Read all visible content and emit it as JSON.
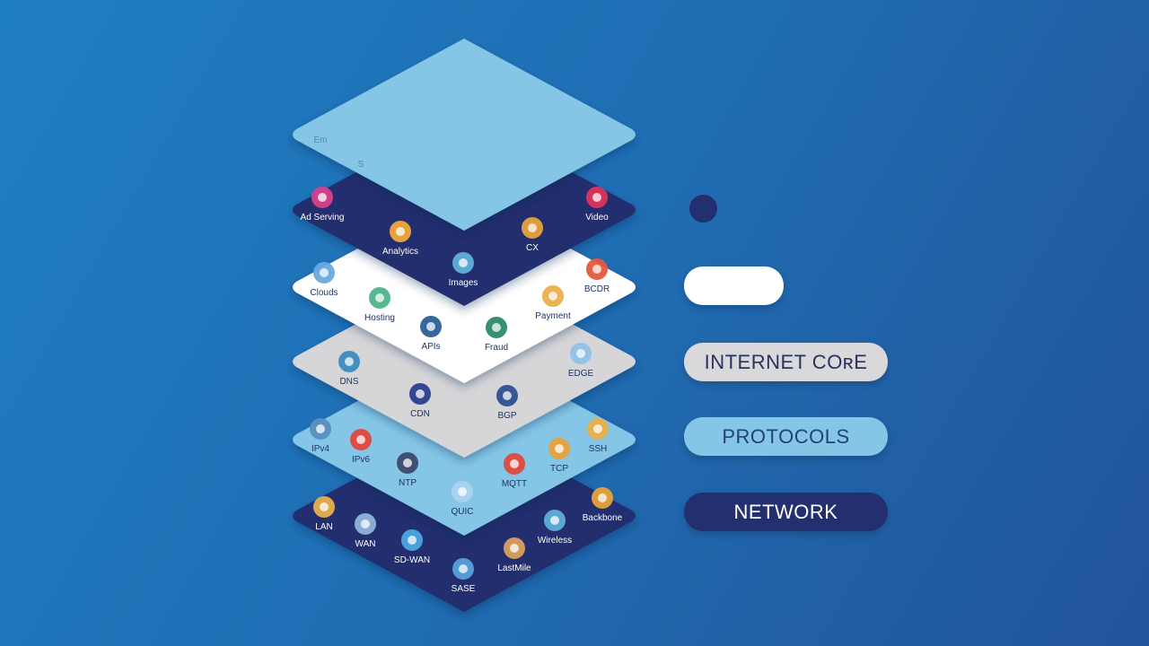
{
  "palette": {
    "top": "#85c6e7",
    "applications": "#232f6e",
    "services": "#ffffff",
    "core": "#d6d6d8",
    "protocols": "#85c6e7",
    "network": "#232f6e",
    "pill_core_bg": "#d9d9db",
    "pill_core_fg": "#27335f",
    "pill_protocols_bg": "#85c6e7",
    "pill_protocols_fg": "#22407f",
    "pill_network_bg": "#232f6e",
    "pill_network_fg": "#ffffff"
  },
  "top_layer": {
    "fragments": [
      "Em",
      "S"
    ]
  },
  "layers": {
    "applications": {
      "items": [
        {
          "label": "Ad Serving",
          "icon": "ad-serving-icon",
          "color": "#d9418a"
        },
        {
          "label": "Analytics",
          "icon": "analytics-icon",
          "color": "#f2a93b"
        },
        {
          "label": "Images",
          "icon": "images-icon",
          "color": "#5fb0d9"
        },
        {
          "label": "CX",
          "icon": "cx-icon",
          "color": "#e8a23a"
        },
        {
          "label": "Video",
          "icon": "video-icon",
          "color": "#e0345b"
        }
      ]
    },
    "services": {
      "items": [
        {
          "label": "Clouds",
          "icon": "clouds-icon",
          "color": "#6aa9e0"
        },
        {
          "label": "Hosting",
          "icon": "hosting-icon",
          "color": "#4fb58a"
        },
        {
          "label": "APIs",
          "icon": "apis-icon",
          "color": "#2b5f99"
        },
        {
          "label": "Fraud",
          "icon": "fraud-icon",
          "color": "#2b8a6d"
        },
        {
          "label": "Payment",
          "icon": "payment-icon",
          "color": "#e8b04a"
        },
        {
          "label": "BCDR",
          "icon": "bcdr-icon",
          "color": "#e45a3c"
        }
      ]
    },
    "core": {
      "items": [
        {
          "label": "DNS",
          "icon": "dns-icon",
          "color": "#3a8bbf"
        },
        {
          "label": "CDN",
          "icon": "cdn-icon",
          "color": "#2c3f8c"
        },
        {
          "label": "BGP",
          "icon": "bgp-icon",
          "color": "#2f4f8f"
        },
        {
          "label": "EDGE",
          "icon": "edge-icon",
          "color": "#8fc2e6"
        }
      ]
    },
    "protocols": {
      "items": [
        {
          "label": "IPv4",
          "icon": "ipv4-icon",
          "color": "#5a8fbf"
        },
        {
          "label": "IPv6",
          "icon": "ipv6-icon",
          "color": "#e0473b"
        },
        {
          "label": "NTP",
          "icon": "ntp-icon",
          "color": "#3b4a6b"
        },
        {
          "label": "QUIC",
          "icon": "quic-icon",
          "color": "#a9d4ee"
        },
        {
          "label": "MQTT",
          "icon": "mqtt-icon",
          "color": "#e04a3a"
        },
        {
          "label": "TCP",
          "icon": "tcp-icon",
          "color": "#e8a23a"
        },
        {
          "label": "SSH",
          "icon": "ssh-icon",
          "color": "#e8b04a"
        }
      ]
    },
    "network": {
      "items": [
        {
          "label": "LAN",
          "icon": "lan-icon",
          "color": "#e8b04a"
        },
        {
          "label": "WAN",
          "icon": "wan-icon",
          "color": "#8fb3d9"
        },
        {
          "label": "SD-WAN",
          "icon": "sd-wan-icon",
          "color": "#4ca7e0"
        },
        {
          "label": "SASE",
          "icon": "sase-icon",
          "color": "#5aa0d8"
        },
        {
          "label": "LastMile",
          "icon": "lastmile-icon",
          "color": "#d9a05a"
        },
        {
          "label": "Wireless",
          "icon": "wireless-icon",
          "color": "#5fb0d9"
        },
        {
          "label": "Backbone",
          "icon": "backbone-icon",
          "color": "#e8a23a"
        }
      ]
    }
  },
  "legend": {
    "blank_pill": "",
    "internet_core": "INTERNET COʀE",
    "protocols": "PROTOCOLS",
    "network": "NETWORK"
  }
}
